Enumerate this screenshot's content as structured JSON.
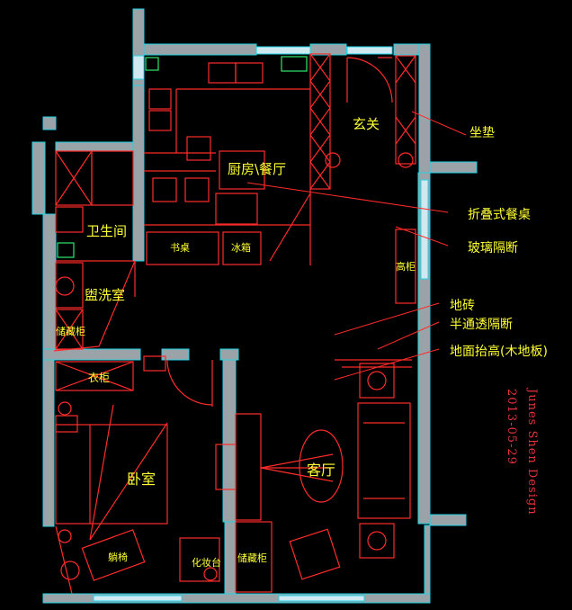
{
  "colors": {
    "background": "#000000",
    "wall": "#9aa3a7",
    "wall_outline": "#22d3e6",
    "furniture": "#ff2b2b",
    "label": "#ffff33",
    "signature": "#e6323b",
    "window": "#2ee86a"
  },
  "rooms": {
    "entrance": "玄关",
    "kitchen_dining": "厨房\\餐厅",
    "bathroom": "卫生间",
    "washroom": "盥洗室",
    "bedroom": "卧室",
    "living_room": "客厅"
  },
  "furniture_labels": {
    "desk": "书桌",
    "fridge": "冰箱",
    "tall_cabinet": "高柜",
    "storage_left": "储藏柜",
    "wardrobe": "衣柜",
    "recliner": "躺椅",
    "vanity": "化妆台",
    "storage_living": "储藏柜"
  },
  "callouts": {
    "cushion": "坐垫",
    "folding_table": "折叠式餐桌",
    "glass_partition": "玻璃隔断",
    "floor_tile": "地砖",
    "semi_partition": "半通透隔断",
    "raised_floor": "地面抬高(木地板)"
  },
  "signature": {
    "name": "Junes Shen Design",
    "date": "2013-05-29"
  }
}
